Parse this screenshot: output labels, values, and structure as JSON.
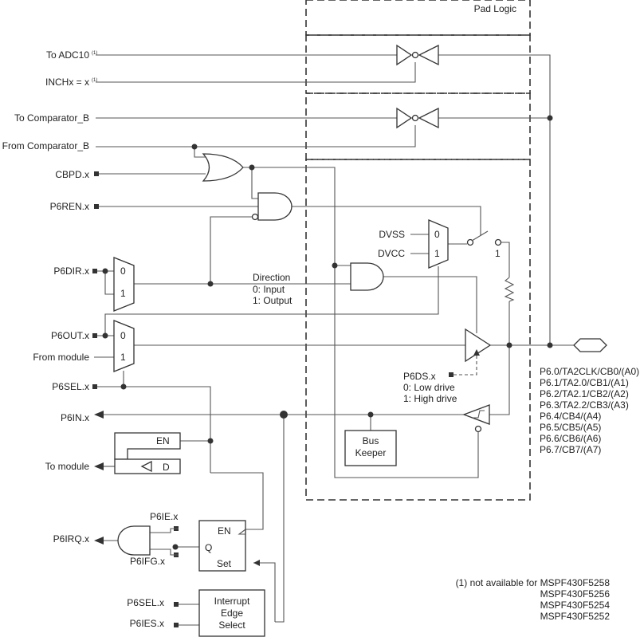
{
  "labels": {
    "pad_logic": "Pad Logic",
    "to_adc10": "To ADC10",
    "inchx": "INCHx = x",
    "to_comparator": "To Comparator_B",
    "from_comparator": "From Comparator_B",
    "cbpd": "CBPD.x",
    "p6ren": "P6REN.x",
    "p6dir": "P6DIR.x",
    "p6out": "P6OUT.x",
    "from_module": "From module",
    "p6sel": "P6SEL.x",
    "p6in": "P6IN.x",
    "to_module": "To module",
    "p6irq": "P6IRQ.x",
    "p6ie": "P6IE.x",
    "p6ifg": "P6IFG.x",
    "p6sel2": "P6SEL.x",
    "p6ies": "P6IES.x",
    "dvss": "DVSS",
    "dvcc": "DVCC",
    "direction": "Direction",
    "input": "0: Input",
    "output": "1: Output",
    "p6ds": "P6DS.x",
    "low_drive": "0: Low drive",
    "high_drive": "1: High drive",
    "bus_keeper_1": "Bus",
    "bus_keeper_2": "Keeper",
    "en": "EN",
    "d": "D",
    "en2": "EN",
    "q": "Q",
    "set": "Set",
    "iesel_1": "Interrupt",
    "iesel_2": "Edge",
    "iesel_3": "Select",
    "mux_0": "0",
    "mux_1": "1",
    "switch_1": "1",
    "footnote_mark": "(1)"
  },
  "pins": [
    "P6.0/TA2CLK/CB0/(A0)",
    "P6.1/TA2.0/CB1/(A1)",
    "P6.2/TA2.1/CB2/(A2)",
    "P6.3/TA2.2/CB3/(A3)",
    "P6.4/CB4/(A4)",
    "P6.5/CB5/(A5)",
    "P6.6/CB6/(A6)",
    "P6.7/CB7/(A7)"
  ],
  "footnote": [
    "(1) not available for MSPF430F5258",
    "MSPF430F5256",
    "MSPF430F5254",
    "MSPF430F5252"
  ]
}
